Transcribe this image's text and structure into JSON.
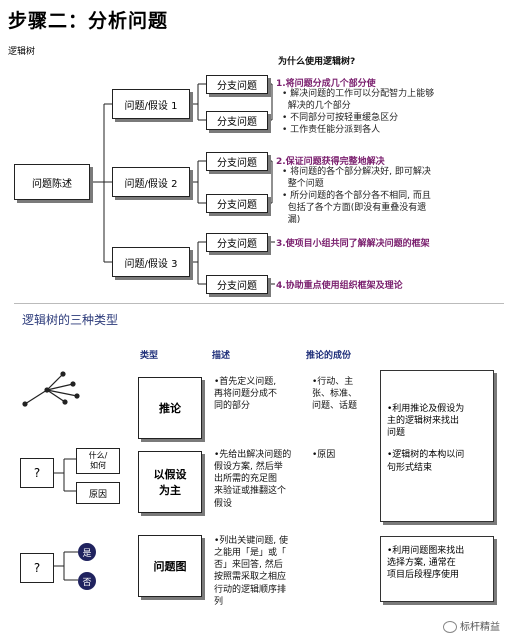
{
  "title": "步骤二：分析问题",
  "subtitle": "逻辑树",
  "tree": {
    "root": "问题陈述",
    "hypotheses": [
      "问题/假设 1",
      "问题/假设 2",
      "问题/假设 3"
    ],
    "branch_label": "分支问题"
  },
  "why": {
    "heading": "为什么使用逻辑树?",
    "reasons": [
      {
        "title": "1.将问题分成几个部分使",
        "bullets": [
          "• 解决问题的工作可以分配智力上能够",
          "  解决的几个部分",
          "• 不同部分可按轻重缓急区分",
          "• 工作责任能分派到各人"
        ]
      },
      {
        "title": "2.保证问题获得完整地解决",
        "bullets": [
          "• 将问题的各个部分解决好, 即可解决",
          "  整个问题",
          "• 所分问题的各个部分各不相同, 而且",
          "  包括了各个方面(即没有重叠没有遗",
          "  漏)"
        ]
      },
      {
        "title": "3.使项目小组共同了解解决问题的框架",
        "bullets": []
      },
      {
        "title": "4.协助重点使用组织框架及理论",
        "bullets": []
      }
    ]
  },
  "types_section": {
    "heading": "逻辑树的三种类型",
    "col_headers": {
      "type": "类型",
      "desc": "描述",
      "elements": "推论的成份"
    },
    "types": [
      {
        "name": "推论",
        "desc": [
          "•首先定义问题,",
          "再将问题分成不",
          "同的部分"
        ],
        "elements": [
          "•行动、主",
          "张、标准、",
          "问题、话题"
        ]
      },
      {
        "name_lines": [
          "以假设",
          "为主"
        ],
        "desc": [
          "•先给出解决问题的",
          "假设方案, 然后举",
          "出所需的充足图",
          "来验证或推翻这个",
          "假设"
        ],
        "elements": [
          "•原因"
        ]
      },
      {
        "name": "问题图",
        "desc": [
          "•列出关键问题, 使",
          "之能用「是」或「",
          "否」来回答, 然后",
          "按照需采取之相应",
          "行动的逻辑顺序排",
          "列"
        ],
        "elements": []
      }
    ],
    "right_box_1": [
      "•利用推论及假设为",
      "主的逻辑树来找出",
      "问题",
      "",
      "•逻辑树的本构以问",
      "句形式结束"
    ],
    "right_box_2": [
      "•利用问题图来找出",
      "选择方案, 通常在",
      "项目后段程序使用"
    ],
    "icons": {
      "q_mark": "?",
      "what_how": [
        "什么/",
        "如何"
      ],
      "reason": "原因",
      "yes": "是",
      "no": "否"
    }
  },
  "watermark": "标杆精益"
}
